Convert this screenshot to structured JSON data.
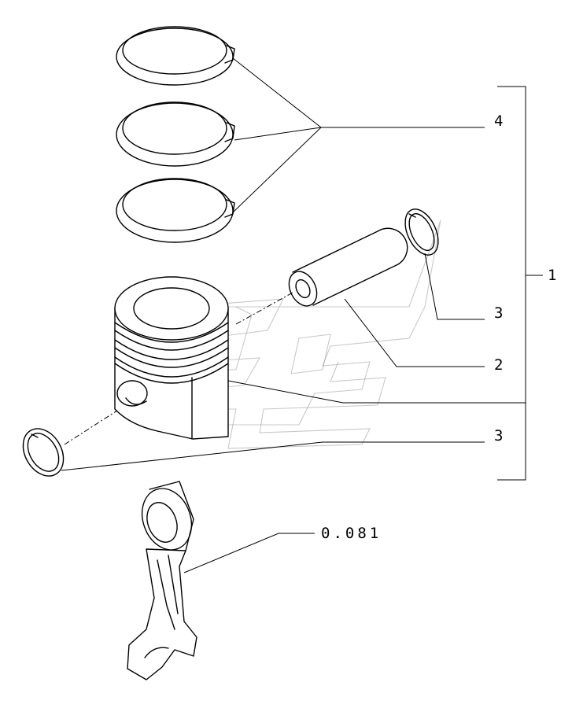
{
  "callouts": {
    "ring_set": "4",
    "assembly": "1",
    "circlip_top": "3",
    "piston_pin": "2",
    "circlip_bottom": "3",
    "connecting_rod_ref": "0.081"
  }
}
